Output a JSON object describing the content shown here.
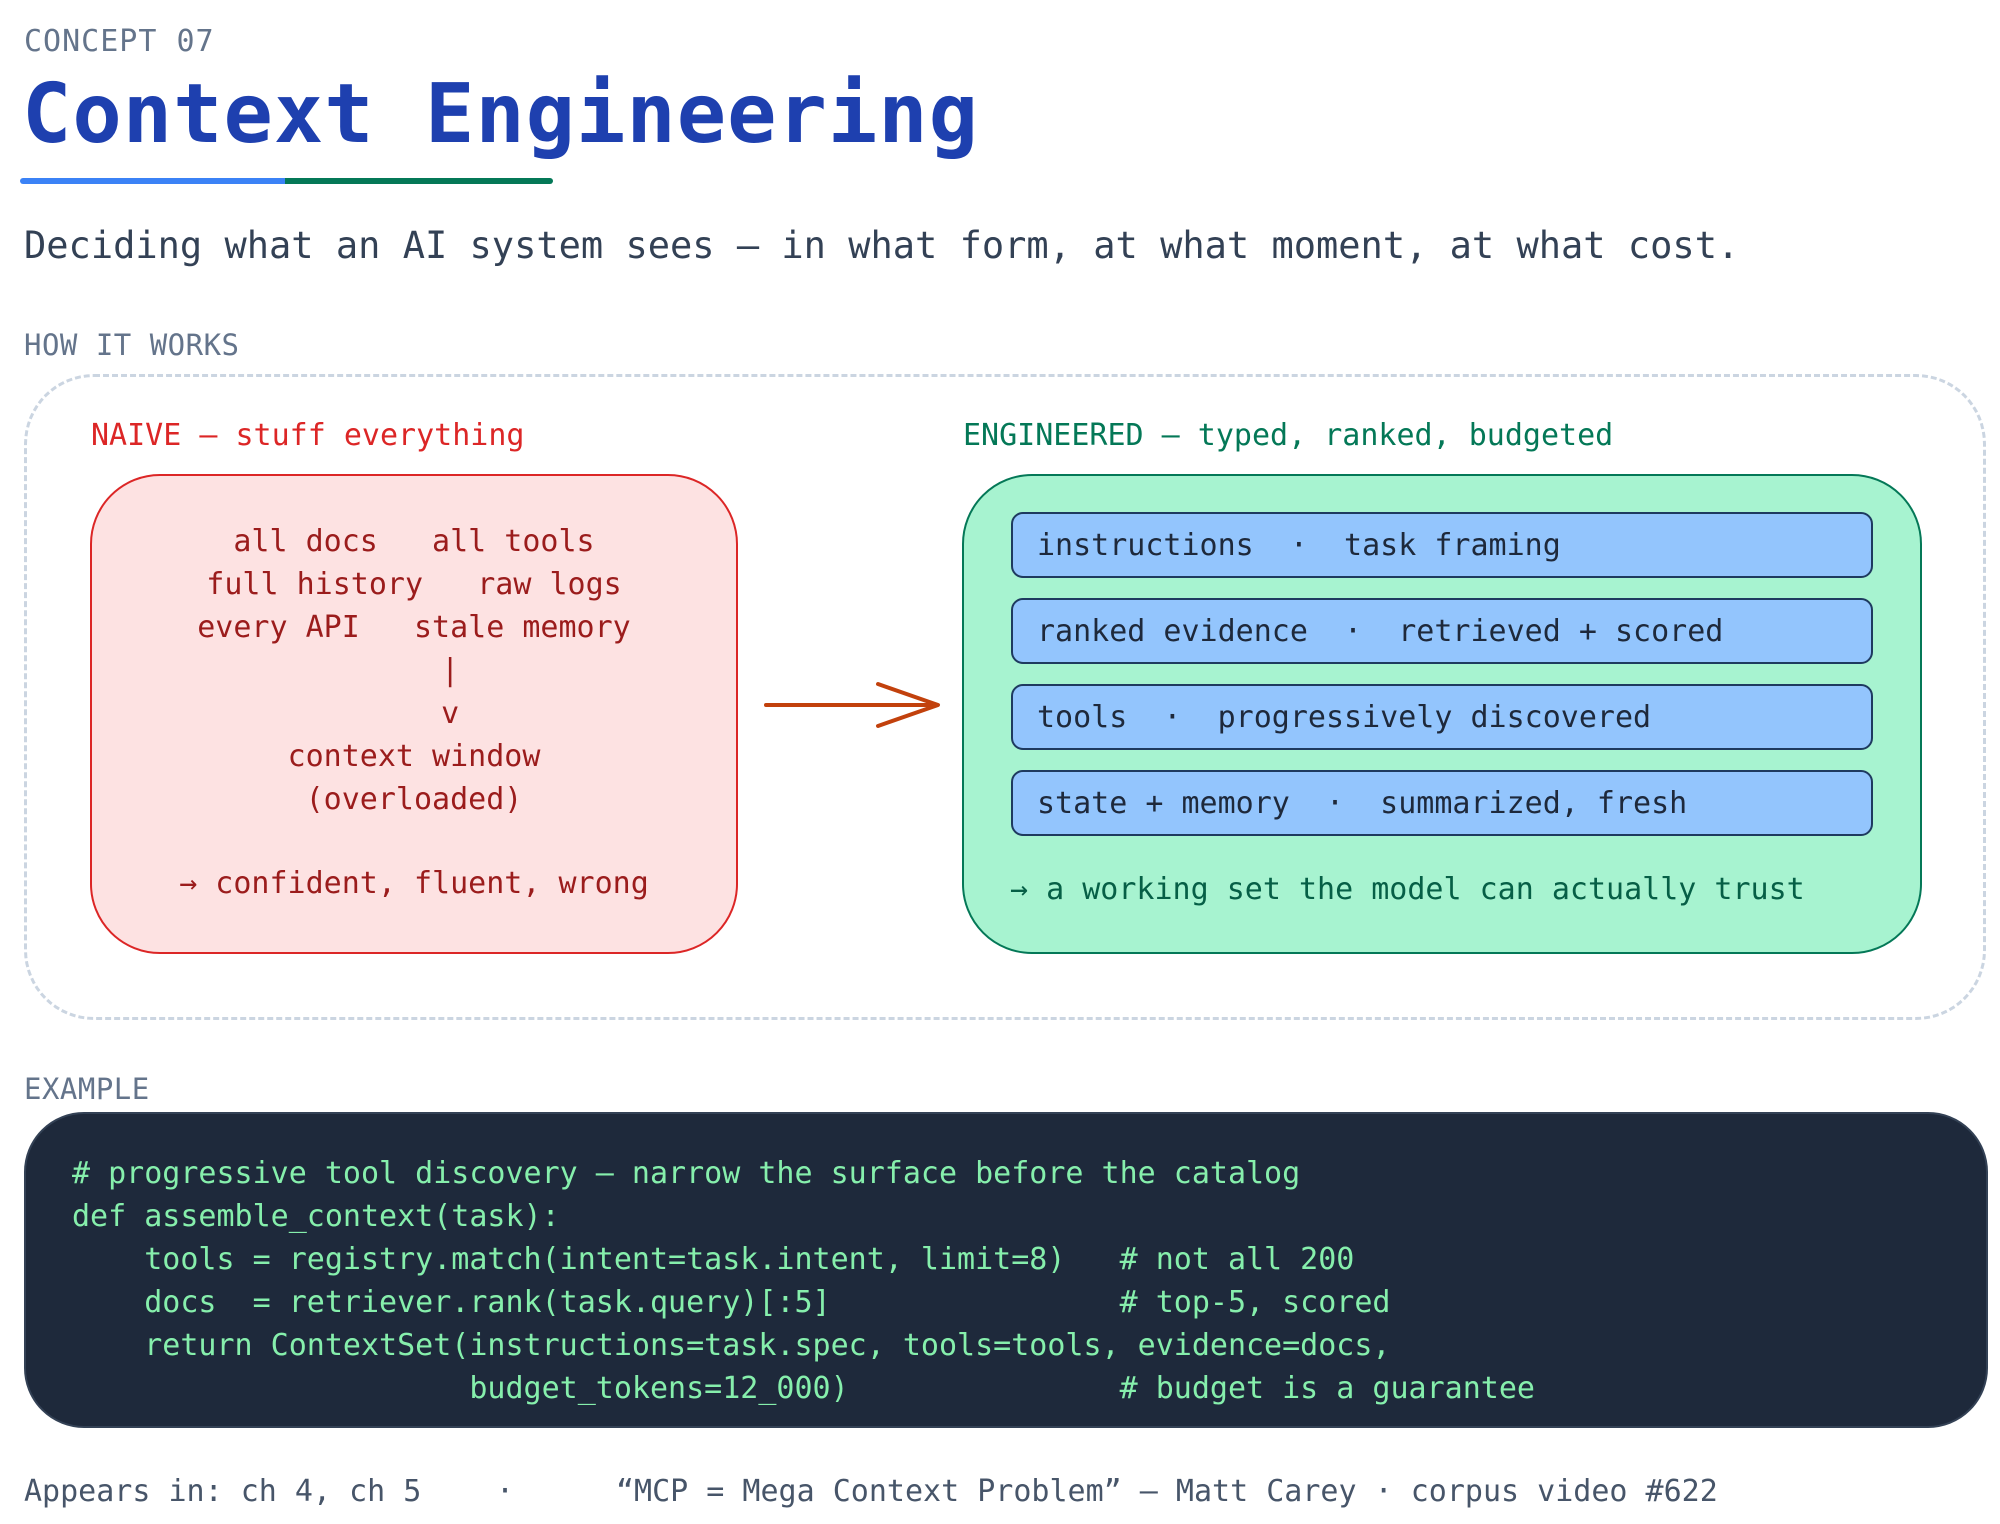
{
  "header": {
    "eyebrow": "CONCEPT 07",
    "title": "Context Engineering",
    "subtitle": "Deciding what an AI system sees — in what form, at what moment, at what cost.",
    "accent_colors": [
      "#3b82f6",
      "#047857"
    ]
  },
  "how_it_works": {
    "label": "HOW IT WORKS",
    "naive": {
      "label": "NAIVE — stuff everything",
      "lines": [
        "all docs   all tools",
        "full history   raw logs",
        "every API   stale memory",
        "    |",
        "    v",
        "context window",
        "(overloaded)"
      ],
      "result": "→ confident, fluent, wrong",
      "color": "#dc2626"
    },
    "engineered": {
      "label": "ENGINEERED — typed, ranked, budgeted",
      "layers": [
        "instructions  ·  task framing",
        "ranked evidence  ·  retrieved + scored",
        "tools  ·  progressively discovered",
        "state + memory  ·  summarized, fresh"
      ],
      "result": "→ a working set the model can actually trust",
      "color": "#047857"
    }
  },
  "example": {
    "label": "EXAMPLE",
    "code_lines": [
      "# progressive tool discovery — narrow the surface before the catalog",
      "def assemble_context(task):",
      "    tools = registry.match(intent=task.intent, limit=8)   # not all 200",
      "    docs  = retriever.rank(task.query)[:5]                # top-5, scored",
      "    return ContextSet(instructions=task.spec, tools=tools, evidence=docs,",
      "                      budget_tokens=12_000)               # budget is a guarantee"
    ]
  },
  "footer": {
    "appears_in": "Appears in: ch 4, ch 5",
    "separator": "·",
    "source": "“MCP = Mega Context Problem” — Matt Carey · corpus video #622"
  }
}
